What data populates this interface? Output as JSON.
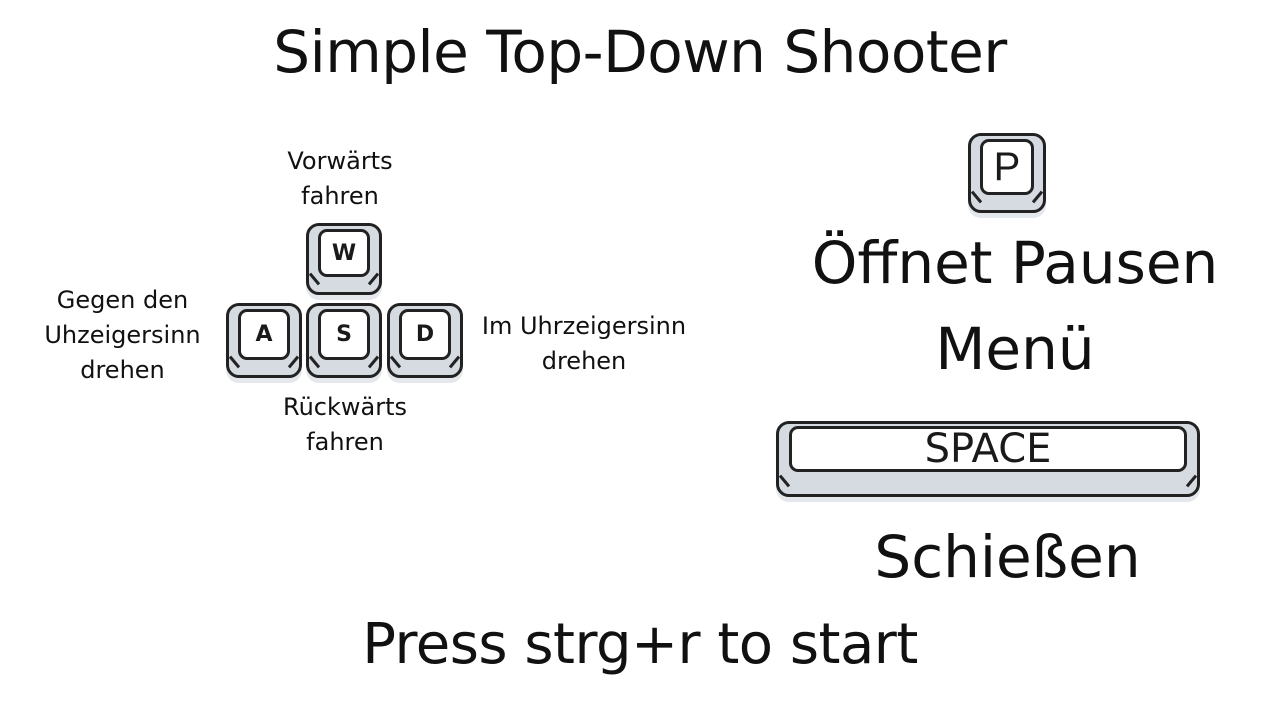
{
  "title": "Simple Top-Down Shooter",
  "controls": {
    "forward": {
      "key": "W",
      "label": "Vorwärts\nfahren"
    },
    "left": {
      "key": "A",
      "label": "Gegen den\nUhzeigersinn\ndrehen"
    },
    "back": {
      "key": "S",
      "label": "Rückwärts\nfahren"
    },
    "right": {
      "key": "D",
      "label": "Im Uhrzeigersinn\ndrehen"
    },
    "pause": {
      "key": "P",
      "label_line1": "Öffnet Pausen",
      "label_line2": "Menü"
    },
    "shoot": {
      "key": "SPACE",
      "label": "Schießen"
    }
  },
  "start_prompt": "Press strg+r to start",
  "colors": {
    "background": "#ffffff",
    "text": "#111111",
    "key_outline": "#222222",
    "key_face": "#ffffff",
    "key_base": "#d5dbe0"
  }
}
